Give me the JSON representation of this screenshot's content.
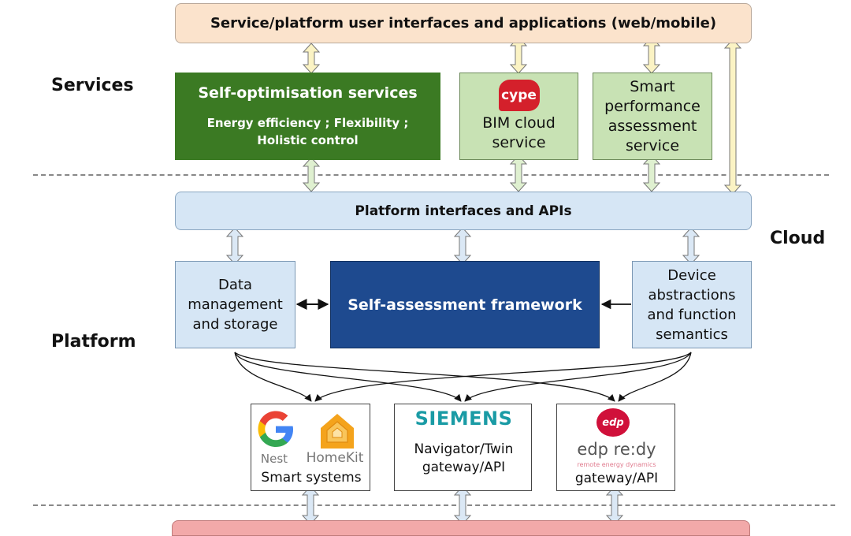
{
  "labels": {
    "services": "Services",
    "cloud": "Cloud",
    "platform": "Platform"
  },
  "top_bar": "Service/platform user interfaces and applications (web/mobile)",
  "api_bar": "Platform interfaces and APIs",
  "services": {
    "self_opt_title": "Self-optimisation services",
    "self_opt_line1": "Energy efficiency ; Flexibility ;",
    "self_opt_line2": "Holistic control",
    "bim_logo": "cype",
    "bim_line1": "BIM cloud",
    "bim_line2": "service",
    "smart_line1": "Smart",
    "smart_line2": "performance",
    "smart_line3": "assessment",
    "smart_line4": "service"
  },
  "platform": {
    "data_line1": "Data",
    "data_line2": "management",
    "data_line3": "and storage",
    "framework": "Self-assessment framework",
    "device_line1": "Device",
    "device_line2": "abstractions",
    "device_line3": "and function",
    "device_line4": "semantics"
  },
  "devices": {
    "nest_logo": "Nest",
    "homekit_logo": "HomeKit",
    "smart_systems": "Smart systems",
    "siemens_logo": "SIEMENS",
    "siemens_line1": "Navigator/Twin",
    "siemens_line2": "gateway/API",
    "edp_badge": "edp",
    "edp_brand": "edp re:dy",
    "edp_tagline": "remote energy dynamics",
    "edp_caption": "gateway/API"
  },
  "colors": {
    "top_bar": "#fbe3cc",
    "api_bar": "#d6e6f5",
    "self_opt": "#3b7a23",
    "green_box": "#c8e2b4",
    "framework": "#1e4a8f",
    "bottom_bar": "#f2a9a9"
  }
}
